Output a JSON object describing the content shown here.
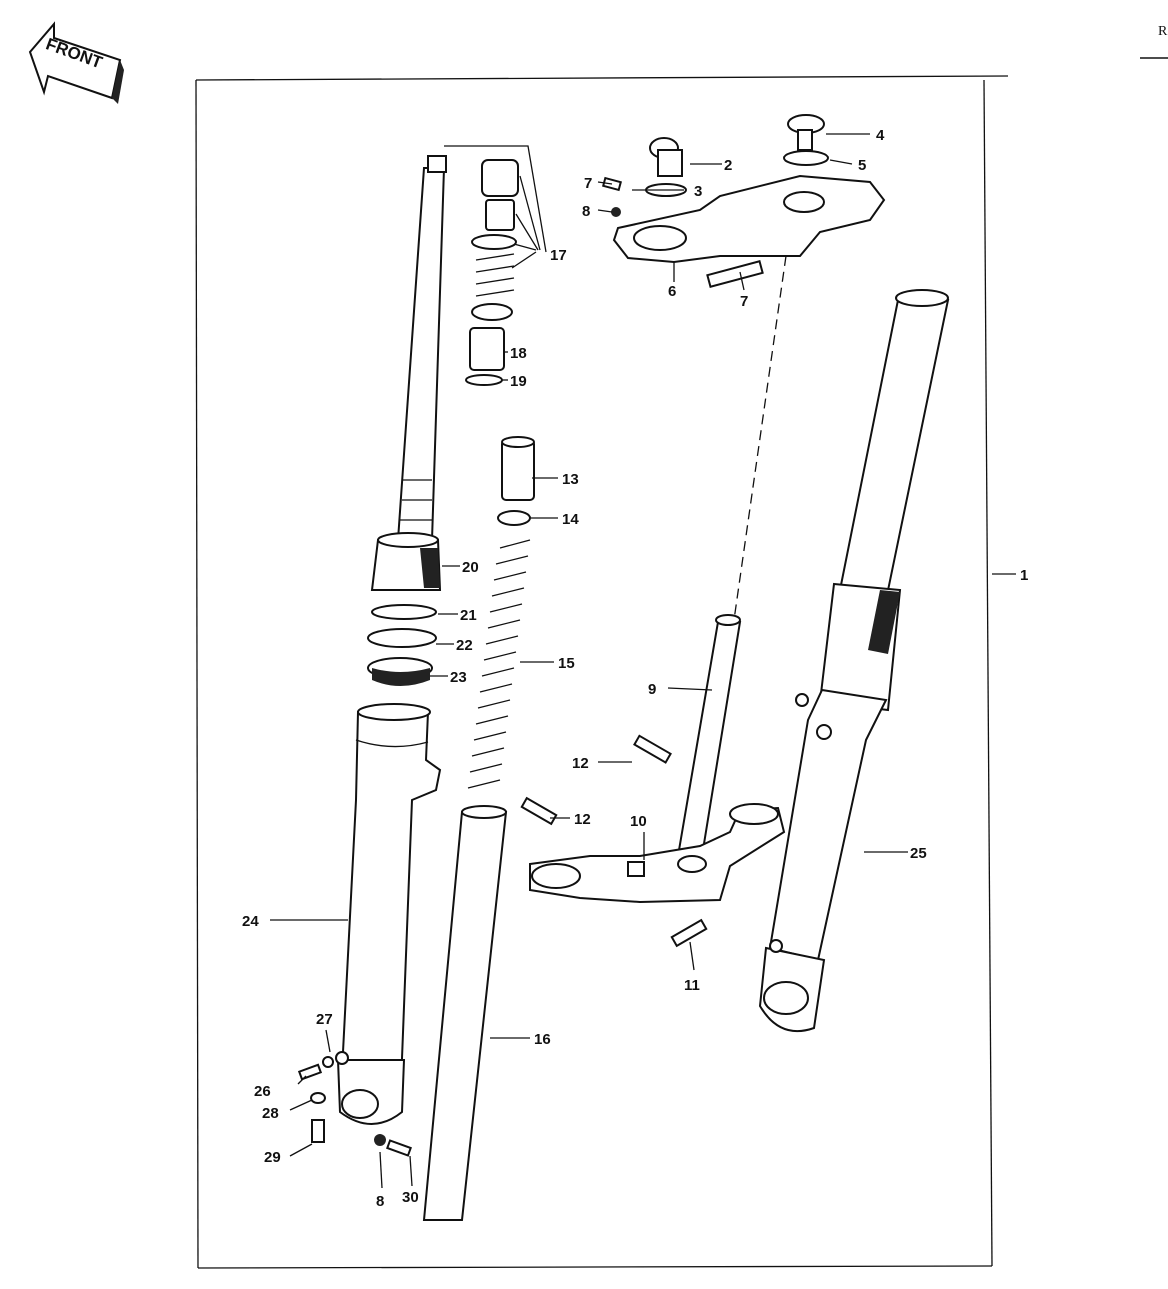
{
  "diagram": {
    "front_arrow_label": "FRONT",
    "edge_letter": "R",
    "callouts": [
      {
        "label": "1"
      },
      {
        "label": "2"
      },
      {
        "label": "3"
      },
      {
        "label": "4"
      },
      {
        "label": "5"
      },
      {
        "label": "6"
      },
      {
        "label": "7"
      },
      {
        "label": "7"
      },
      {
        "label": "8"
      },
      {
        "label": "9"
      },
      {
        "label": "10"
      },
      {
        "label": "11"
      },
      {
        "label": "12"
      },
      {
        "label": "12"
      },
      {
        "label": "13"
      },
      {
        "label": "14"
      },
      {
        "label": "15"
      },
      {
        "label": "16"
      },
      {
        "label": "17"
      },
      {
        "label": "18"
      },
      {
        "label": "19"
      },
      {
        "label": "20"
      },
      {
        "label": "21"
      },
      {
        "label": "22"
      },
      {
        "label": "23"
      },
      {
        "label": "24"
      },
      {
        "label": "25"
      },
      {
        "label": "26"
      },
      {
        "label": "27"
      },
      {
        "label": "28"
      },
      {
        "label": "29"
      },
      {
        "label": "8"
      },
      {
        "label": "30"
      }
    ]
  }
}
